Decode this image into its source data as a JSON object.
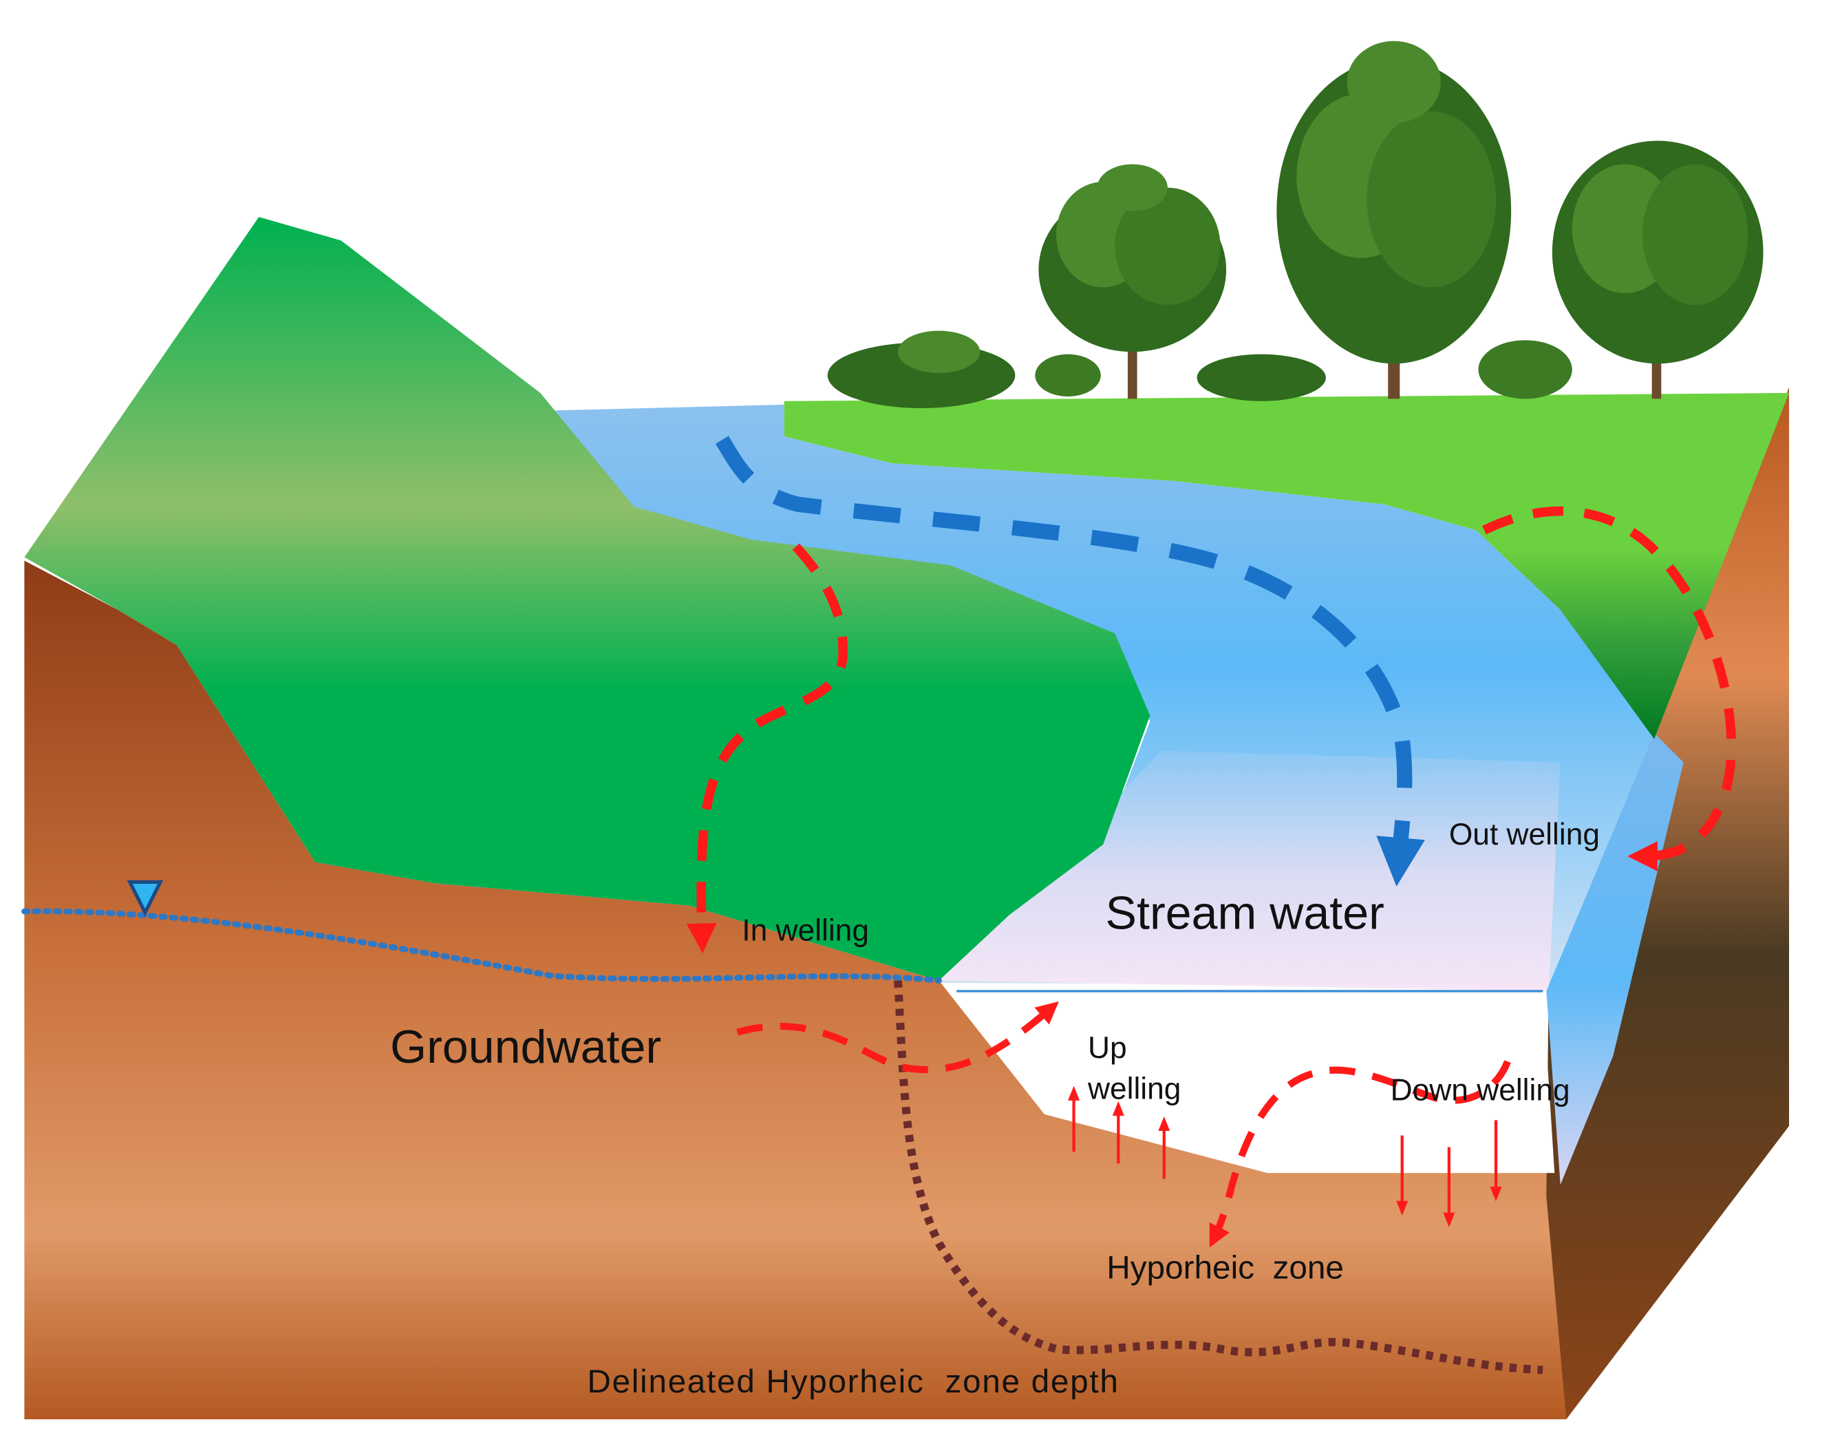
{
  "labels": {
    "stream_water": "Stream water",
    "groundwater": "Groundwater",
    "in_welling": "In welling",
    "out_welling": "Out welling",
    "up_welling_line1": "Up",
    "up_welling_line2": "welling",
    "down_welling": "Down welling",
    "hyporheic_zone": "Hyporheic  zone",
    "delineated_depth": "Delineated Hyporheic  zone depth"
  },
  "icons": {
    "water_table": "water-table-triangle-icon",
    "trees": "tree-icon"
  },
  "colors": {
    "flow_arrow_red": "#ff1a1a",
    "stream_flow_blue": "#1a73c9",
    "water_table_line": "#2f78c4",
    "hyporheic_depth_line": "#6b2b2b",
    "hill_green": "#00b050",
    "bank_green": "#6cd13f",
    "soil_brown": "#c8703a",
    "stream_blue": "#62b8f5"
  }
}
